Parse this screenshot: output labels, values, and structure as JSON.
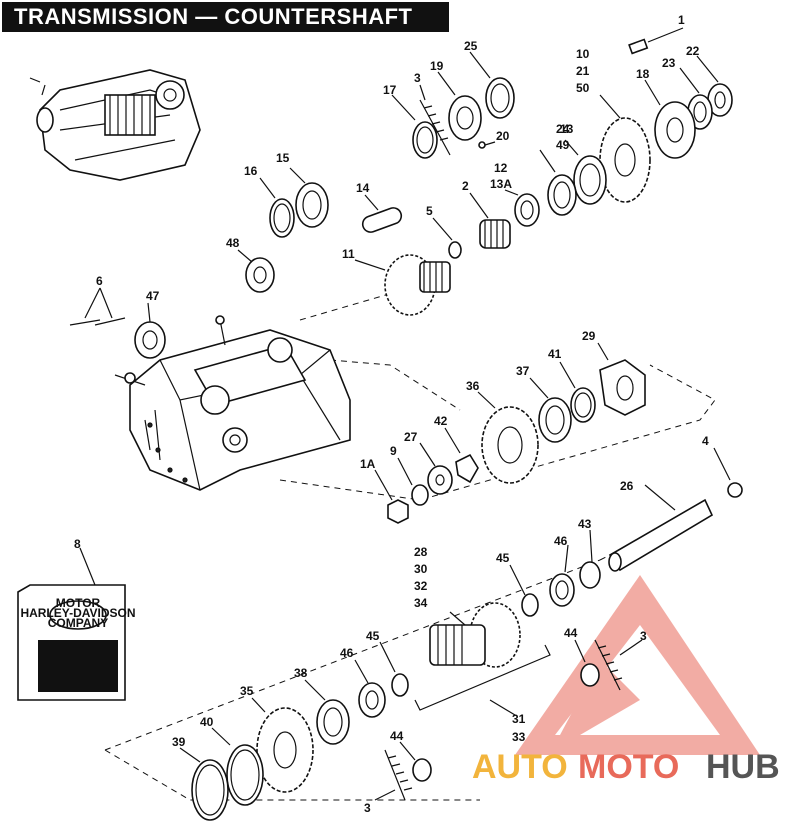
{
  "title": "TRANSMISSION — COUNTERSHAFT",
  "callouts": [
    {
      "id": "c1",
      "text": "1"
    },
    {
      "id": "c22",
      "text": "22"
    },
    {
      "id": "c25",
      "text": "25"
    },
    {
      "id": "c10",
      "text": "10"
    },
    {
      "id": "c21",
      "text": "21"
    },
    {
      "id": "c50",
      "text": "50"
    },
    {
      "id": "c18",
      "text": "18"
    },
    {
      "id": "c23",
      "text": "23"
    },
    {
      "id": "c3a",
      "text": "3"
    },
    {
      "id": "c19",
      "text": "19"
    },
    {
      "id": "c17",
      "text": "17"
    },
    {
      "id": "c20",
      "text": "20"
    },
    {
      "id": "c24",
      "text": "24"
    },
    {
      "id": "c49",
      "text": "49"
    },
    {
      "id": "c13",
      "text": "13"
    },
    {
      "id": "c12",
      "text": "12"
    },
    {
      "id": "c13A",
      "text": "13A"
    },
    {
      "id": "c16",
      "text": "16"
    },
    {
      "id": "c15",
      "text": "15"
    },
    {
      "id": "c14",
      "text": "14"
    },
    {
      "id": "c2",
      "text": "2"
    },
    {
      "id": "c5",
      "text": "5"
    },
    {
      "id": "c48",
      "text": "48"
    },
    {
      "id": "c11",
      "text": "11"
    },
    {
      "id": "c6",
      "text": "6"
    },
    {
      "id": "c47",
      "text": "47"
    },
    {
      "id": "c29",
      "text": "29"
    },
    {
      "id": "c41",
      "text": "41"
    },
    {
      "id": "c37",
      "text": "37"
    },
    {
      "id": "c36",
      "text": "36"
    },
    {
      "id": "c42",
      "text": "42"
    },
    {
      "id": "c27",
      "text": "27"
    },
    {
      "id": "c9",
      "text": "9"
    },
    {
      "id": "c1A",
      "text": "1A"
    },
    {
      "id": "c4",
      "text": "4"
    },
    {
      "id": "c26",
      "text": "26"
    },
    {
      "id": "c8",
      "text": "8"
    },
    {
      "id": "c28",
      "text": "28"
    },
    {
      "id": "c30",
      "text": "30"
    },
    {
      "id": "c32",
      "text": "32"
    },
    {
      "id": "c34",
      "text": "34"
    },
    {
      "id": "c45a",
      "text": "45"
    },
    {
      "id": "c46a",
      "text": "46"
    },
    {
      "id": "c43",
      "text": "43"
    },
    {
      "id": "c44a",
      "text": "44"
    },
    {
      "id": "c3b",
      "text": "3"
    },
    {
      "id": "c45b",
      "text": "45"
    },
    {
      "id": "c46b",
      "text": "46"
    },
    {
      "id": "c38",
      "text": "38"
    },
    {
      "id": "c35",
      "text": "35"
    },
    {
      "id": "c40",
      "text": "40"
    },
    {
      "id": "c39",
      "text": "39"
    },
    {
      "id": "c44b",
      "text": "44"
    },
    {
      "id": "c31",
      "text": "31"
    },
    {
      "id": "c33",
      "text": "33"
    },
    {
      "id": "c3c",
      "text": "3"
    }
  ],
  "box_label": {
    "line1": "MOTOR",
    "line2": "HARLEY-DAVIDSON",
    "line3": "COMPANY"
  },
  "watermark": {
    "part1": "AUTO",
    "part2": "MOTO",
    "part3": "HUB",
    "color_auto": "#f2b43c",
    "color_moto": "#e86a5a",
    "color_hub": "#555555"
  }
}
